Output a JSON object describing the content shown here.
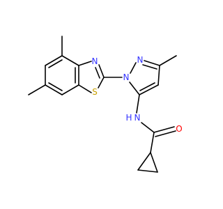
{
  "figure": {
    "type": "chemical-structure",
    "background": "#ffffff"
  },
  "colors": {
    "bond": "#000000",
    "carbon": "#000000",
    "nitrogen": "#3333ff",
    "sulfur": "#c8a000",
    "oxygen": "#ff0000"
  },
  "labels": {
    "n_thiazole": "N",
    "s_thiazole": "S",
    "n_pyrazole_1": "N",
    "n_pyrazole_2": "N",
    "amide_n": "N",
    "amide_h": "H",
    "carbonyl_o": "O"
  }
}
